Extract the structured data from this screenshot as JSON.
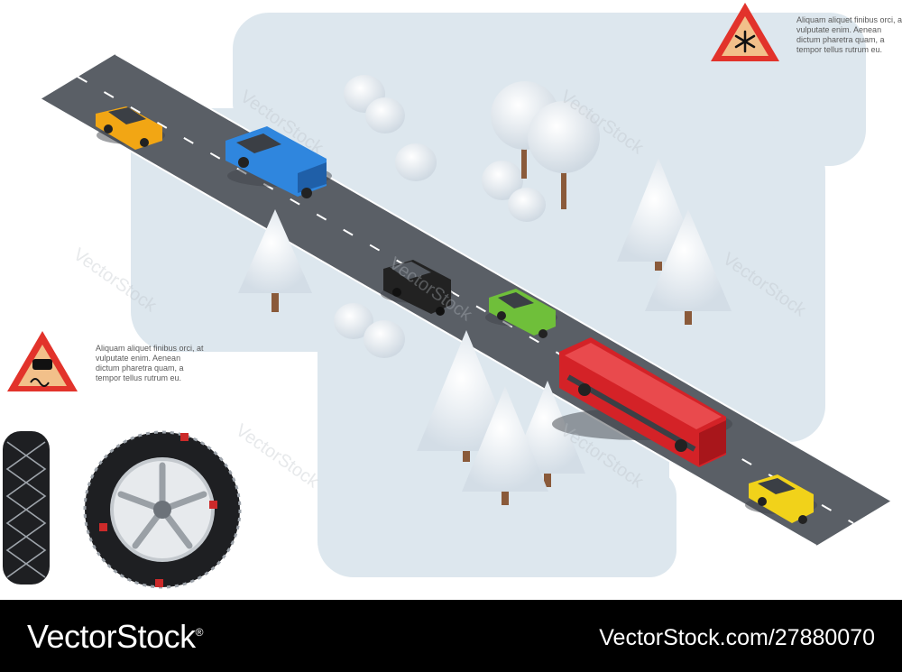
{
  "caption_text": {
    "top_right": [
      "Aliquam aliquet finibus orci, at",
      "vulputate enim. Aenean",
      "dictum pharetra quam, a",
      "tempor tellus rutrum eu."
    ],
    "left": [
      "Aliquam aliquet finibus orci, at",
      "vulputate enim. Aenean",
      "dictum pharetra quam, a",
      "tempor tellus rutrum eu."
    ]
  },
  "watermark_text": "VectorStock",
  "footer": {
    "brand": "VectorStock",
    "brand_mark": "®",
    "image_url": "VectorStock.com/27880070"
  },
  "icons": {
    "snow_warning": "snowflake-warning-sign-icon",
    "slippery_warning": "slippery-road-warning-sign-icon"
  },
  "colors": {
    "snow_ground": "#dde7ee",
    "road": "#5a5f66",
    "sign_red": "#e2332b",
    "sign_fill": "#f2c08a",
    "bus": "#d42227",
    "van": "#2f86de",
    "taxi": "#f2a614",
    "suv": "#222222",
    "green_car": "#6fbf3a",
    "yellow_car": "#f1d21a"
  }
}
